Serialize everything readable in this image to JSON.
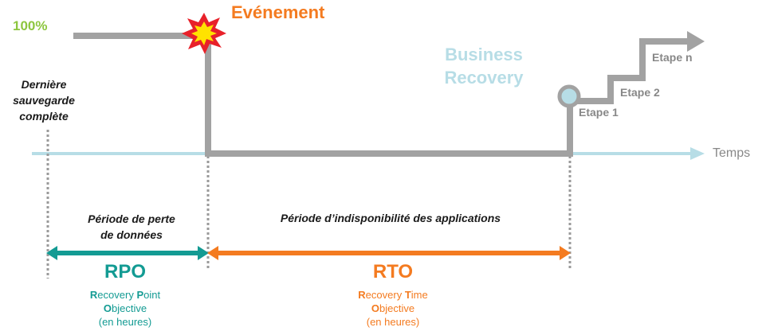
{
  "colors": {
    "green": "#8dc63f",
    "orange": "#f47b20",
    "teal": "#139b93",
    "lightblue": "#b7dde6",
    "gray": "#a2a2a2",
    "dark": "#1a1a1a",
    "step_gray": "#888888"
  },
  "labels": {
    "percent": "100%",
    "event": "Evénement",
    "business_line1": "Business",
    "business_line2": "Recovery",
    "step_n": "Etape n",
    "step_2": "Etape 2",
    "step_1": "Etape 1",
    "time_axis": "Temps",
    "last_backup_line1": "Dernière",
    "last_backup_line2": "sauvegarde",
    "last_backup_line3": "complète",
    "data_loss_line1": "Période de perte",
    "data_loss_line2": "de données",
    "unavailability": "Période d’indisponibilité des applications"
  },
  "rpo": {
    "title": "RPO",
    "line1_initial": "R",
    "line1_rest": "ecovery ",
    "line1_initial2": "P",
    "line1_rest2": "oint",
    "line2_initial": "O",
    "line2_rest": "bjective",
    "line3": "(en heures)"
  },
  "rto": {
    "title": "RTO",
    "line1_initial": "R",
    "line1_rest": "ecovery ",
    "line1_initial2": "T",
    "line1_rest2": "ime",
    "line2_initial": "O",
    "line2_rest": "bjective",
    "line3": "(en heures)"
  }
}
